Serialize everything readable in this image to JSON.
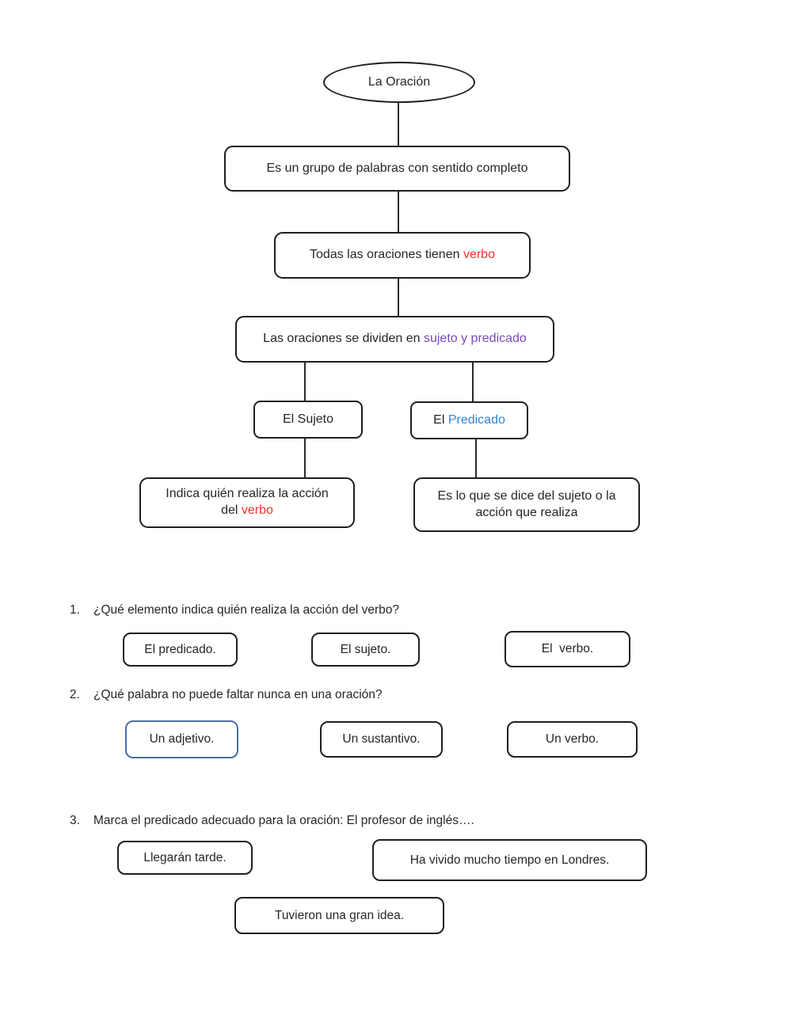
{
  "colors": {
    "red": "#e9322b",
    "purple": "#7a4ab8",
    "blue": "#2e86d6",
    "selected": "#4a6da7"
  },
  "diagram": {
    "root_label": "La Oración",
    "definition": "Es un grupo de palabras con sentido completo",
    "verbo": {
      "prefix": "Todas las oraciones tienen ",
      "highlight": "verbo"
    },
    "dividen": {
      "prefix": "Las oraciones se dividen en ",
      "highlight": "sujeto y predicado"
    },
    "sujeto_label": "El Sujeto",
    "predicado": {
      "prefix": "El ",
      "highlight": "Predicado"
    },
    "sujeto_def": {
      "line1": "Indica quién realiza la acción",
      "line2_prefix": "del ",
      "line2_highlight": "verbo"
    },
    "predicado_def": {
      "line1": "Es lo que se dice del sujeto o la",
      "line2": "acción que realiza"
    }
  },
  "questions": [
    {
      "number": "1.",
      "text": "¿Qué elemento indica quién realiza la acción del verbo?",
      "options": [
        "El predicado.",
        "El sujeto.",
        "El  verbo."
      ]
    },
    {
      "number": "2.",
      "text": "¿Qué palabra no puede faltar nunca en una oración?",
      "options": [
        "Un adjetivo.",
        "Un sustantivo.",
        "Un verbo."
      ]
    },
    {
      "number": "3.",
      "text": "Marca el predicado adecuado para la oración: El profesor de inglés….",
      "options": [
        "Llegarán tarde.",
        "Ha vivido mucho tiempo en Londres.",
        "Tuvieron una gran idea."
      ]
    }
  ]
}
